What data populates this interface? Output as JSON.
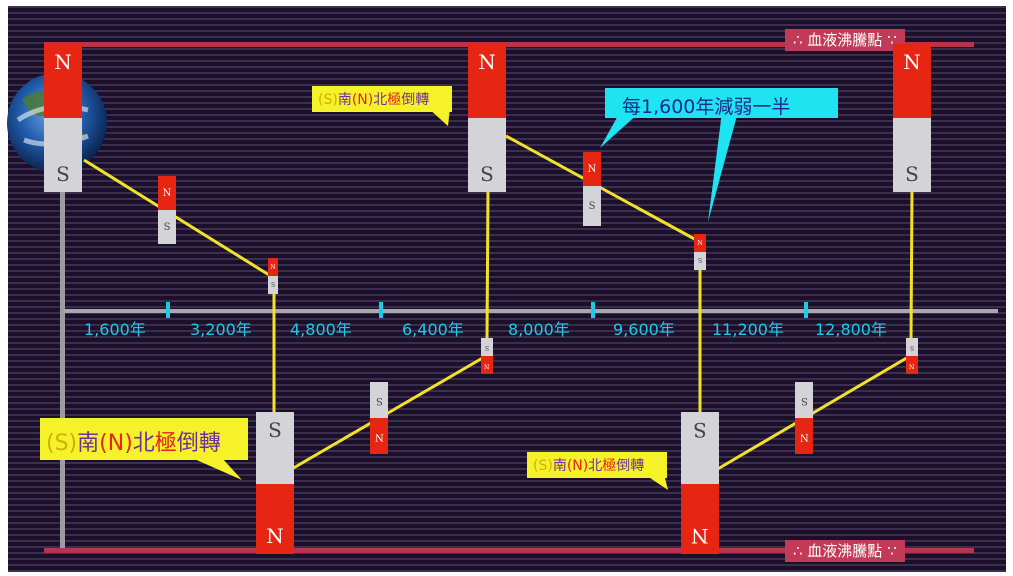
{
  "colors": {
    "background": "#1c0f2a",
    "stripe": "#3a2f4e",
    "rail": "#b7344f",
    "axis": "#a8a8ad",
    "connector": "#f2e12a",
    "tick": "#1ec9e8",
    "label_bg": "#f6f22a",
    "cyan_bg": "#1fe3f0"
  },
  "top_caption": "∴ 血液沸騰點 ∵",
  "bottom_caption": "∴ 血液沸騰點 ∵",
  "pole_n": "N",
  "pole_s": "S",
  "timeline": {
    "ticks": [
      "1,600年",
      "3,200年",
      "4,800年",
      "6,400年",
      "8,000年",
      "9,600年",
      "11,200年",
      "12,800年"
    ]
  },
  "callouts": {
    "reversal_small_1": {
      "s": "(S)",
      "south": "南",
      "n": "(N)",
      "north": "北",
      "pole": "極",
      "rev": "倒轉"
    },
    "reversal_large": {
      "s": "(S)",
      "south": "南",
      "n": "(N)",
      "north": "北",
      "pole": "極",
      "rev": "倒轉"
    },
    "reversal_small_2": {
      "s": "(S)",
      "south": "南",
      "n": "(N)",
      "north": "北",
      "pole": "極",
      "rev": "倒轉"
    },
    "halving": "每1,600年減弱一半"
  },
  "icons": [
    "earth-icon",
    "bar-magnet-icon"
  ]
}
